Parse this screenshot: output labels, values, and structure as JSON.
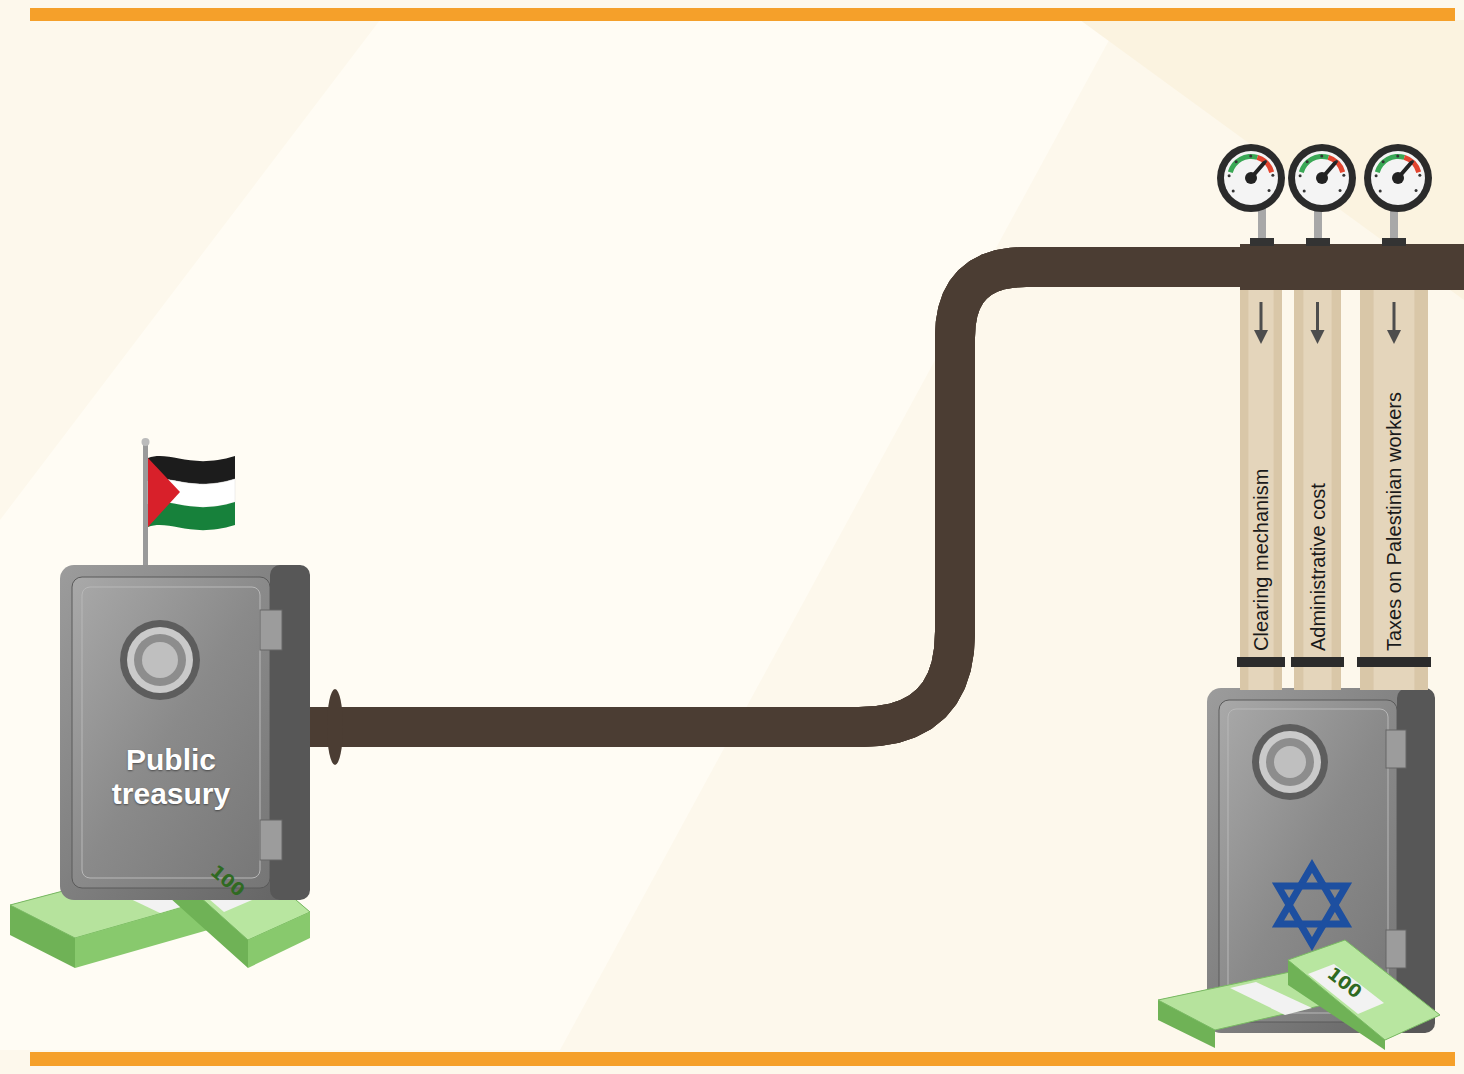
{
  "diagram": {
    "nodes": [
      {
        "text": [
          "Public treasury"
        ]
      },
      {
        "text": [
          "Clearing mechanism"
        ]
      },
      {
        "text": [
          "Administrative cost"
        ]
      },
      {
        "text": [
          "Taxes on Palestinian workers"
        ]
      }
    ],
    "edges": [
      {
        "from": 0,
        "to": 1,
        "arrow": "none"
      },
      {
        "from": 0,
        "to": 2,
        "arrow": "none"
      },
      {
        "from": 0,
        "to": 3,
        "arrow": "none"
      }
    ],
    "labels": [
      "100",
      "100"
    ]
  }
}
